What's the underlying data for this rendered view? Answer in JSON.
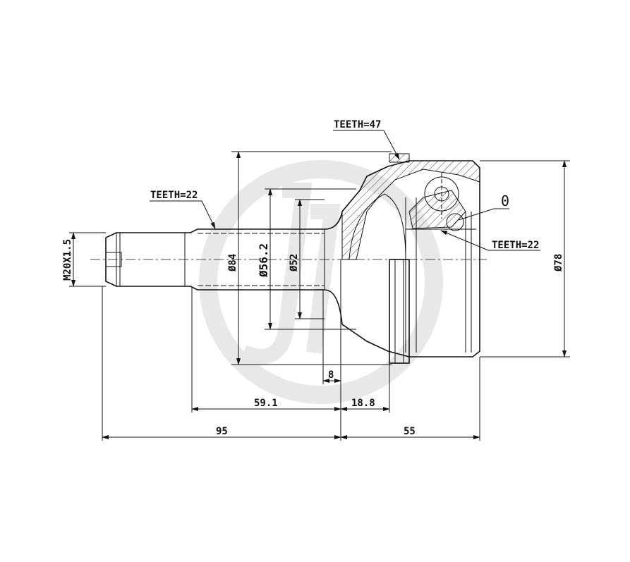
{
  "drawing": {
    "callouts": {
      "outer_teeth": "TEETH=47",
      "shaft_teeth": "TEETH=22",
      "inner_teeth": "TEETH=22",
      "seal_ref": "0"
    },
    "dimensions": {
      "thread": "M20X1.5",
      "dia_84": "Ø84",
      "dia_56_2": "Ø56.2",
      "dia_52": "Ø52",
      "dia_78": "Ø78",
      "len_8": "8",
      "len_59_1": "59.1",
      "len_18_8": "18.8",
      "len_95": "95",
      "len_55": "55"
    },
    "colors": {
      "line": "#111111",
      "watermark": "#e6e6e6"
    }
  }
}
